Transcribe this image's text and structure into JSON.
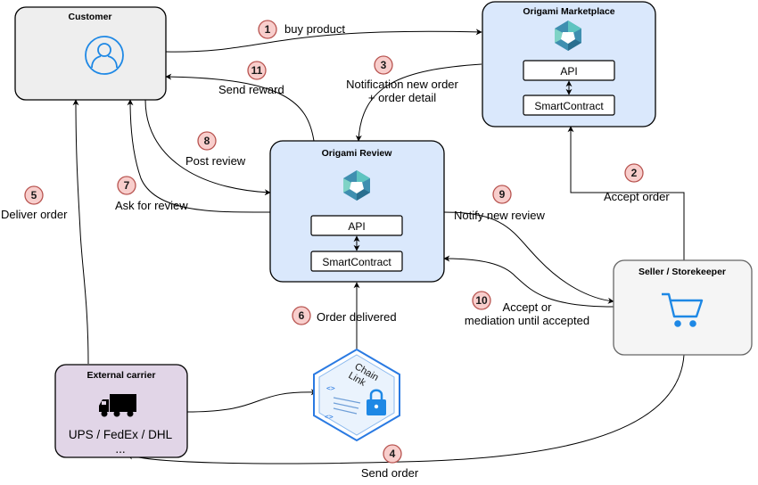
{
  "nodes": {
    "customer": {
      "title": "Customer",
      "icon": "user-icon"
    },
    "marketplace": {
      "title": "Origami Marketplace",
      "icon": "origami-logo",
      "api_label": "API",
      "contract_label": "SmartContract"
    },
    "review": {
      "title": "Origami Review",
      "icon": "origami-logo",
      "api_label": "API",
      "contract_label": "SmartContract"
    },
    "seller": {
      "title": "Seller / Storekeeper",
      "icon": "shopping-cart-icon"
    },
    "carrier": {
      "title": "External carrier",
      "icon": "truck-icon",
      "line1": "UPS / FedEx / DHL",
      "line2": "..."
    },
    "chainlink": {
      "label_line1": "Chain",
      "label_line2": "Link",
      "icon": "chainlink-oracle-icon"
    }
  },
  "steps": [
    {
      "num": "1",
      "lines": [
        "buy product"
      ]
    },
    {
      "num": "2",
      "lines": [
        "Accept order"
      ]
    },
    {
      "num": "3",
      "lines": [
        "Notification new order",
        "+ order detail"
      ]
    },
    {
      "num": "4",
      "lines": [
        "Send order"
      ]
    },
    {
      "num": "5",
      "lines": [
        "Deliver order"
      ]
    },
    {
      "num": "6",
      "lines": [
        "Order delivered"
      ]
    },
    {
      "num": "7",
      "lines": [
        "Ask for review"
      ]
    },
    {
      "num": "8",
      "lines": [
        "Post review"
      ]
    },
    {
      "num": "9",
      "lines": [
        "Notify new review"
      ]
    },
    {
      "num": "10",
      "lines": [
        "Accept or",
        "mediation until accepted"
      ]
    },
    {
      "num": "11",
      "lines": [
        "Send reward"
      ]
    }
  ],
  "colors": {
    "customer_fill": "#eeeeee",
    "marketplace_fill": "#dae8fc",
    "review_fill": "#dae8fc",
    "seller_fill": "#f5f5f5",
    "carrier_fill": "#e1d5e7",
    "step_badge_fill": "#f8cecc",
    "step_badge_stroke": "#b85450",
    "icon_blue": "#1e88e5"
  }
}
